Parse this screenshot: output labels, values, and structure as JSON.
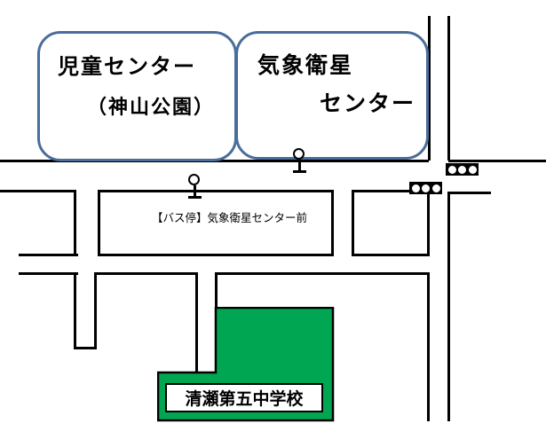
{
  "landmarks": {
    "children_center": {
      "line1": "児童センター",
      "line2": "（神山公園）"
    },
    "weather_center": {
      "line1": "気象衛星",
      "line2": "センター"
    },
    "school": {
      "label": "清瀬第五中学校"
    }
  },
  "bus_stop": {
    "label": "【バス停】気象衛星センター前"
  },
  "colors": {
    "landmark_border": "#4A6D9B",
    "school_green": "#00A651",
    "road": "#000000",
    "background": "#FFFFFF"
  },
  "icons": {
    "bus_stop": "bus-stop-icon",
    "traffic_light": "traffic-light-icon"
  }
}
